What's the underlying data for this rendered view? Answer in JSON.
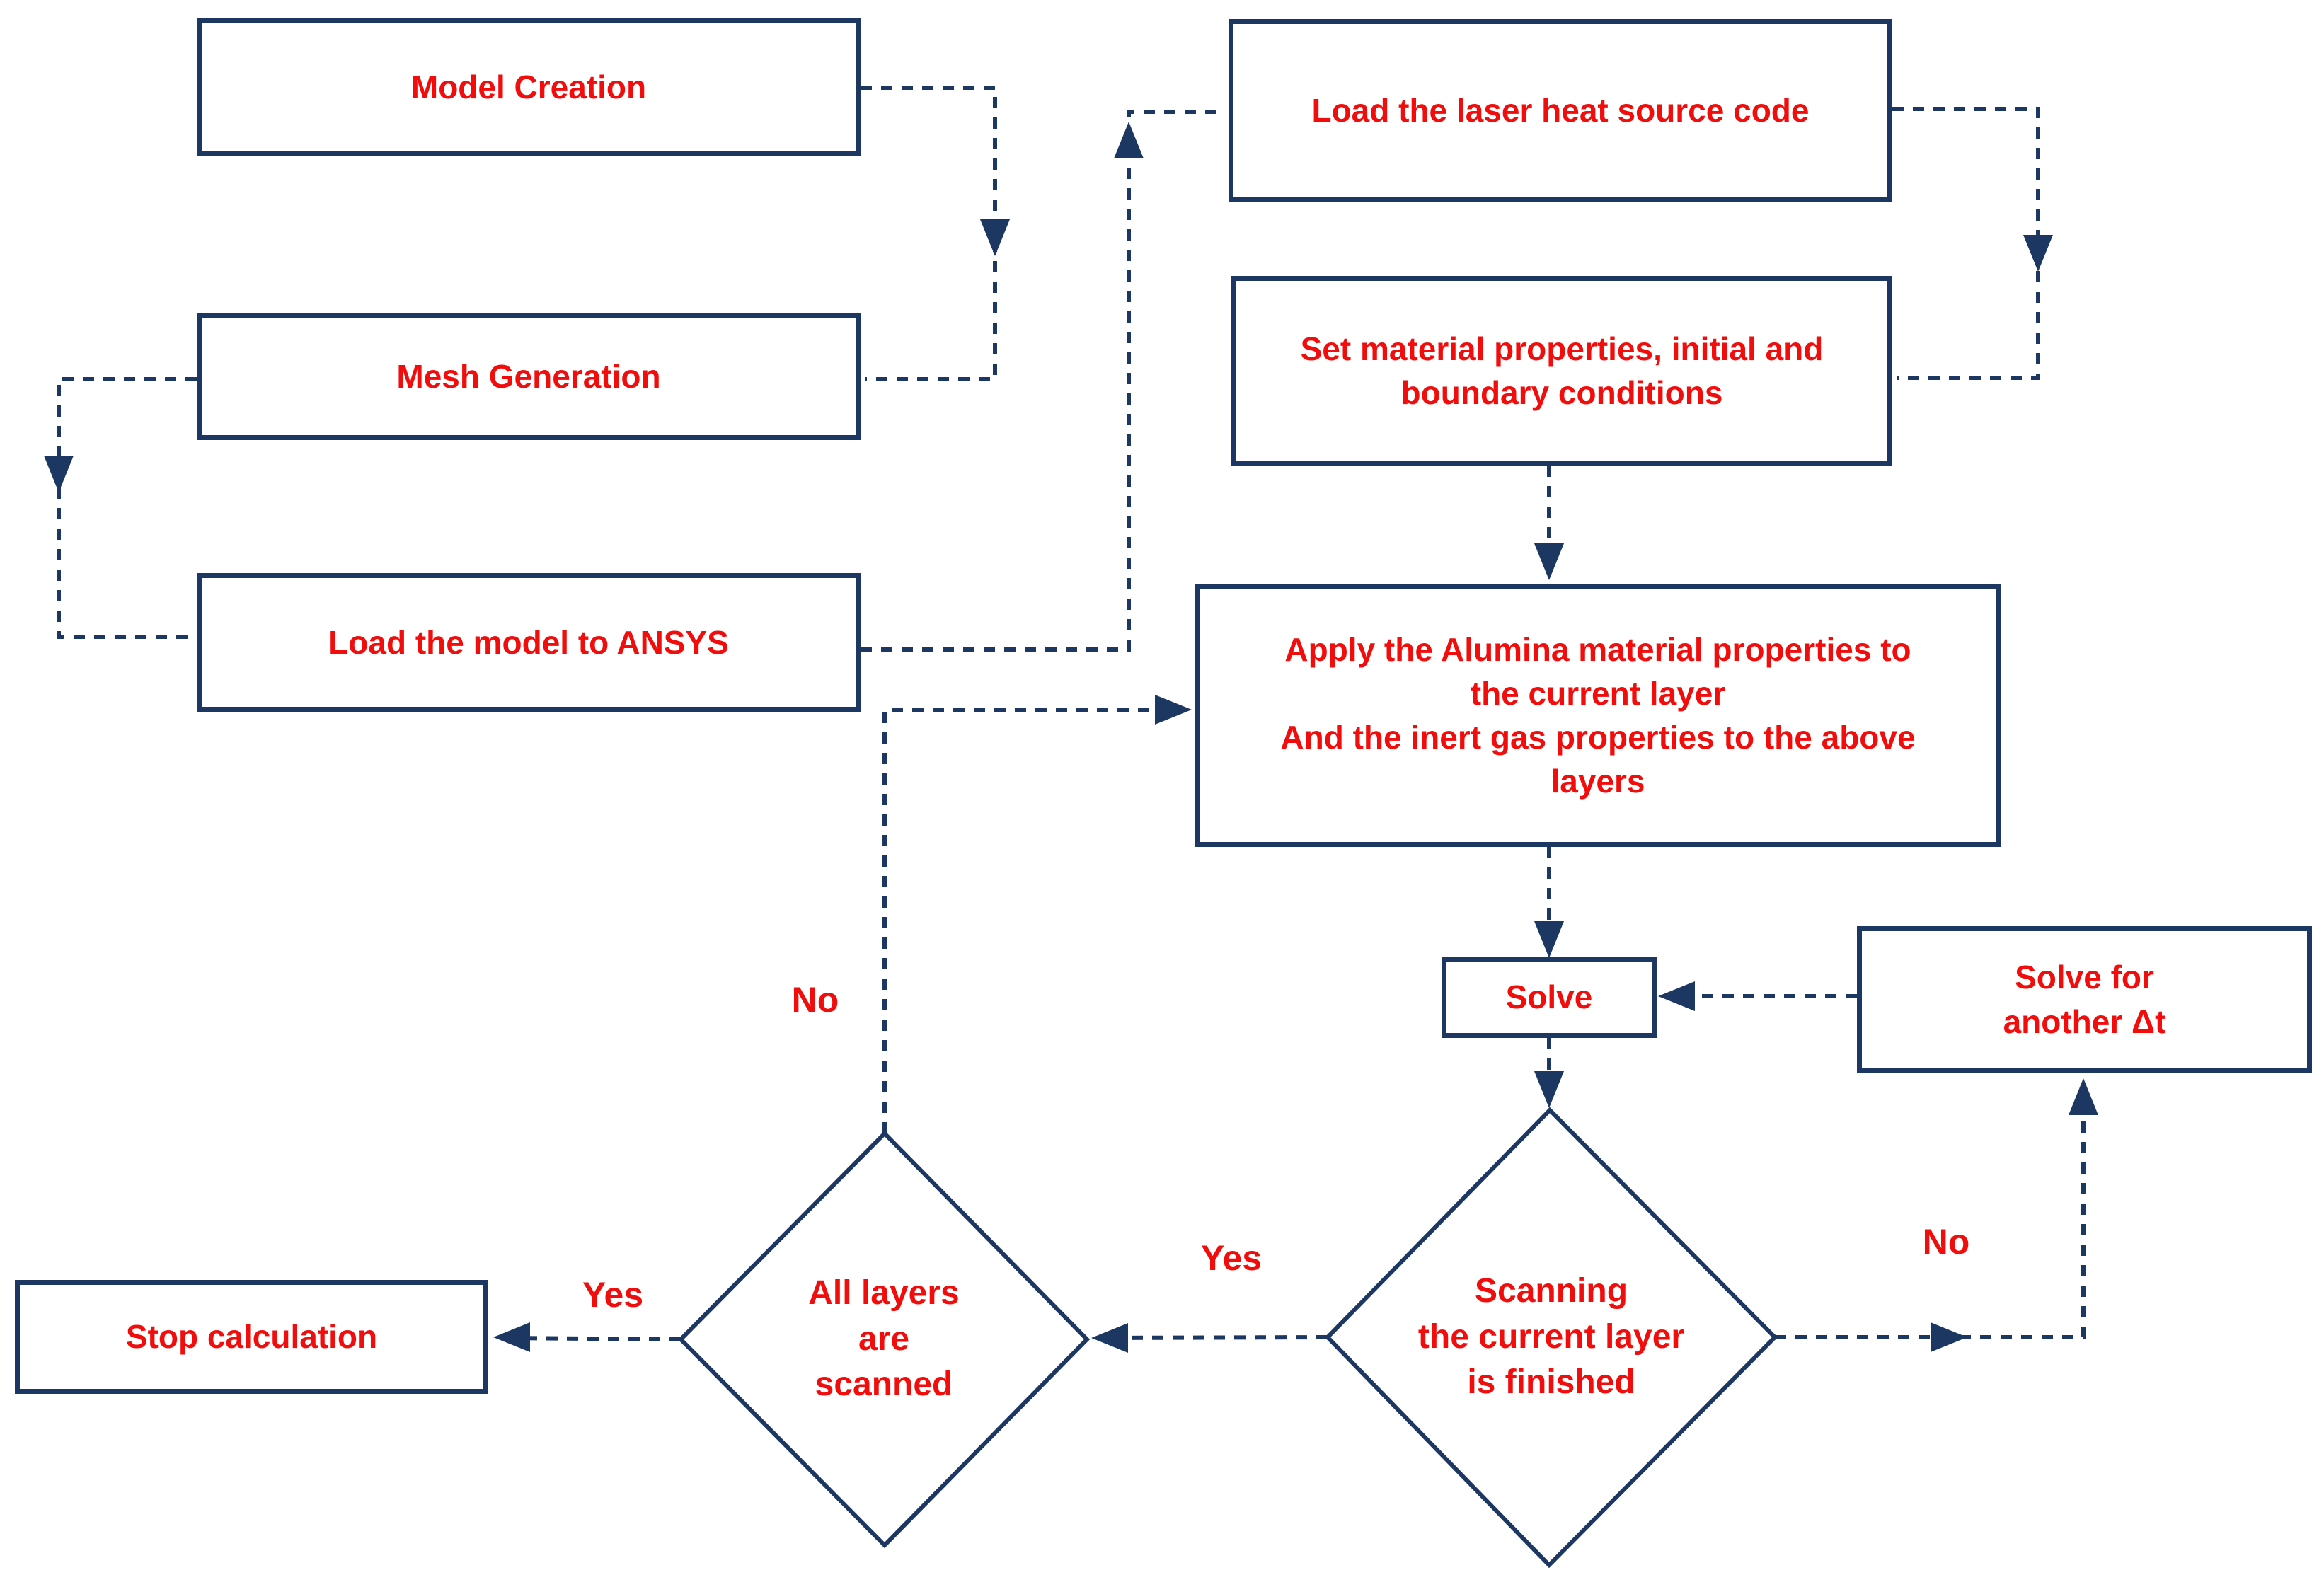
{
  "diagram": {
    "description": "ANSYS laser scanning thermal simulation flowchart",
    "colors": {
      "line": "#1d3763",
      "text": "#f20d0d",
      "background": "#ffffff"
    },
    "nodes": {
      "model_creation": {
        "label": "Model Creation",
        "shape": "rect"
      },
      "mesh_generation": {
        "label": "Mesh Generation",
        "shape": "rect"
      },
      "load_model_ansys": {
        "label": "Load the model to ANSYS",
        "shape": "rect"
      },
      "load_laser_code": {
        "label": "Load the laser heat source code",
        "shape": "rect"
      },
      "set_material": {
        "label": "Set material properties, initial and\nboundary conditions",
        "shape": "rect"
      },
      "apply_alumina": {
        "label": "Apply the Alumina material properties to\nthe current layer\nAnd the inert gas properties to the above\nlayers",
        "shape": "rect"
      },
      "solve": {
        "label": "Solve",
        "shape": "rect"
      },
      "solve_another_dt": {
        "label": "Solve for\nanother Δt",
        "shape": "rect"
      },
      "scanning_finished": {
        "label": "Scanning\nthe current layer\nis finished",
        "shape": "diamond"
      },
      "all_layers_scanned": {
        "label": "All layers\nare\nscanned",
        "shape": "diamond"
      },
      "stop_calculation": {
        "label": "Stop calculation",
        "shape": "rect"
      }
    },
    "edges": [
      {
        "from": "model_creation",
        "to": "mesh_generation",
        "label": ""
      },
      {
        "from": "mesh_generation",
        "to": "load_model_ansys",
        "label": ""
      },
      {
        "from": "load_model_ansys",
        "to": "load_laser_code",
        "label": ""
      },
      {
        "from": "load_laser_code",
        "to": "set_material",
        "label": ""
      },
      {
        "from": "set_material",
        "to": "apply_alumina",
        "label": ""
      },
      {
        "from": "apply_alumina",
        "to": "solve",
        "label": ""
      },
      {
        "from": "solve",
        "to": "scanning_finished",
        "label": ""
      },
      {
        "from": "scanning_finished",
        "to": "solve_another_dt",
        "label": "No"
      },
      {
        "from": "solve_another_dt",
        "to": "solve",
        "label": ""
      },
      {
        "from": "scanning_finished",
        "to": "all_layers_scanned",
        "label": "Yes"
      },
      {
        "from": "all_layers_scanned",
        "to": "stop_calculation",
        "label": "Yes"
      },
      {
        "from": "all_layers_scanned",
        "to": "apply_alumina",
        "label": "No"
      }
    ]
  }
}
